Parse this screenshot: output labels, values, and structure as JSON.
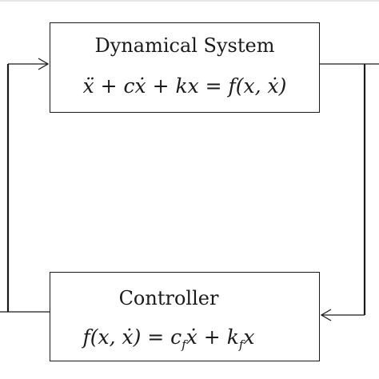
{
  "diagram": {
    "system_block": {
      "title": "Dynamical System",
      "equation": "ẍ + cẋ + kx = f(x, ẋ)"
    },
    "controller_block": {
      "title": "Controller",
      "equation": "f(x, ẋ) = c_f ẋ + k_f x"
    },
    "line_color": "#1a1a1a"
  }
}
